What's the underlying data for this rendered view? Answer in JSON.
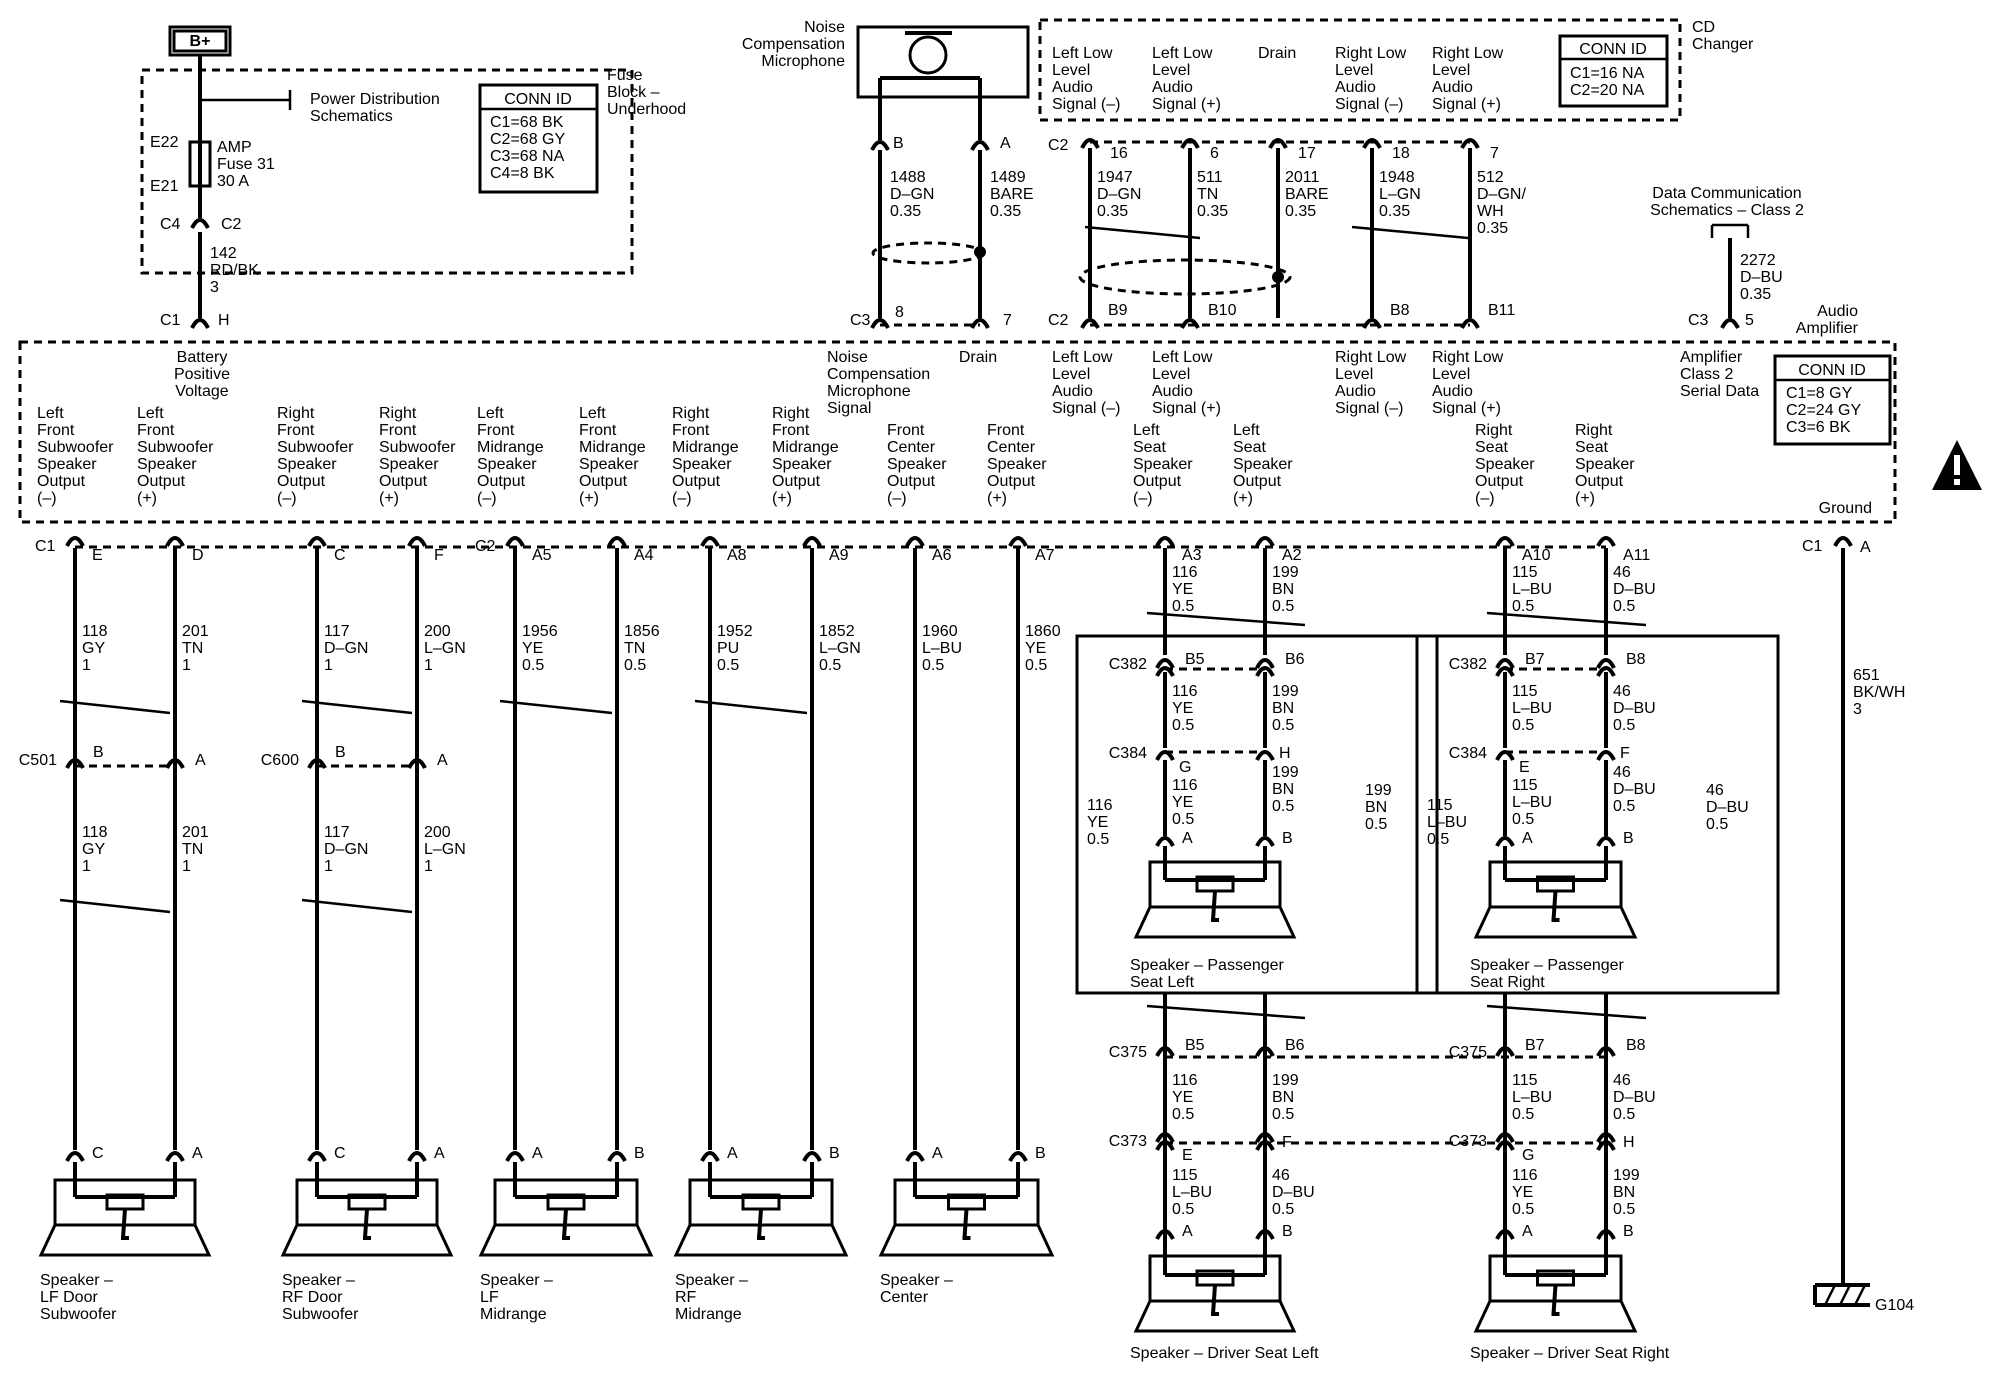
{
  "bplus": "B+",
  "fuse": {
    "title": [
      "Fuse",
      "Block –",
      "Underhood"
    ],
    "power_dist": [
      "Power Distribution",
      "Schematics"
    ],
    "e22": "E22",
    "e21": "E21",
    "fuse_label": [
      "AMP",
      "Fuse 31",
      "30 A"
    ],
    "c4": "C4",
    "c2": "C2",
    "conn_title": "CONN ID",
    "conn": [
      "C1=68 BK",
      "C2=68 GY",
      "C3=68 NA",
      "C4=8 BK"
    ]
  },
  "batt_wire": [
    "142",
    "RD/BK",
    "3"
  ],
  "amp_c1": "C1",
  "amp_h": "H",
  "mic": {
    "title": [
      "Noise",
      "Compensation",
      "Microphone"
    ],
    "pin_b": "B",
    "pin_a": "A",
    "wire_b": [
      "1488",
      "D–GN",
      "0.35"
    ],
    "wire_a": [
      "1489",
      "BARE",
      "0.35"
    ],
    "c3": "C3",
    "pin8": "8",
    "pin7": "7"
  },
  "cd": {
    "title": [
      "CD",
      "Changer"
    ],
    "conn_title": "CONN ID",
    "conn": [
      "C1=16 NA",
      "C2=20 NA"
    ],
    "c2": "C2",
    "signals": [
      {
        "label": [
          "Left Low",
          "Level",
          "Audio",
          "Signal (–)"
        ],
        "pin": "16",
        "wire": [
          "1947",
          "D–GN",
          "0.35"
        ],
        "amp_pin": "B9"
      },
      {
        "label": [
          "Left Low",
          "Level",
          "Audio",
          "Signal (+)"
        ],
        "pin": "6",
        "wire": [
          "511",
          "TN",
          "0.35"
        ],
        "amp_pin": "B10"
      },
      {
        "label": [
          "Drain"
        ],
        "pin": "17",
        "wire": [
          "2011",
          "BARE",
          "0.35"
        ],
        "amp_pin": ""
      },
      {
        "label": [
          "Right Low",
          "Level",
          "Audio",
          "Signal (–)"
        ],
        "pin": "18",
        "wire": [
          "1948",
          "L–GN",
          "0.35"
        ],
        "amp_pin": "B8"
      },
      {
        "label": [
          "Right Low",
          "Level",
          "Audio",
          "Signal (+)"
        ],
        "pin": "7",
        "wire": [
          "512",
          "D–GN/",
          "WH",
          "0.35"
        ],
        "amp_pin": "B11"
      }
    ],
    "amp_c2": "C2"
  },
  "datacomm": {
    "title": [
      "Data Communication",
      "Schematics – Class 2"
    ],
    "wire": [
      "2272",
      "D–BU",
      "0.35"
    ],
    "c3": "C3",
    "pin": "5"
  },
  "amp": {
    "title": [
      "Audio",
      "Amplifier"
    ],
    "conn_title": "CONN ID",
    "conn": [
      "C1=8 GY",
      "C2=24 GY",
      "C3=6 BK"
    ],
    "batt": [
      "Battery",
      "Positive",
      "Voltage"
    ],
    "noise": [
      "Noise",
      "Compensation",
      "Microphone",
      "Signal"
    ],
    "drain": "Drain",
    "cd_inputs": [
      [
        "Left Low",
        "Level",
        "Audio",
        "Signal (–)"
      ],
      [
        "Left Low",
        "Level",
        "Audio",
        "Signal (+)"
      ],
      [
        "Right Low",
        "Level",
        "Audio",
        "Signal (–)"
      ],
      [
        "Right Low",
        "Level",
        "Audio",
        "Signal (+)"
      ]
    ],
    "class2": [
      "Amplifier",
      "Class 2",
      "Serial Data"
    ],
    "ground": "Ground",
    "outputs": [
      [
        "Left",
        "Front",
        "Subwoofer",
        "Speaker",
        "Output",
        "(–)"
      ],
      [
        "Left",
        "Front",
        "Subwoofer",
        "Speaker",
        "Output",
        "(+)"
      ],
      [
        "Right",
        "Front",
        "Subwoofer",
        "Speaker",
        "Output",
        "(–)"
      ],
      [
        "Right",
        "Front",
        "Subwoofer",
        "Speaker",
        "Output",
        "(+)"
      ],
      [
        "Left",
        "Front",
        "Midrange",
        "Speaker",
        "Output",
        "(–)"
      ],
      [
        "Left",
        "Front",
        "Midrange",
        "Speaker",
        "Output",
        "(+)"
      ],
      [
        "Right",
        "Front",
        "Midrange",
        "Speaker",
        "Output",
        "(–)"
      ],
      [
        "Right",
        "Front",
        "Midrange",
        "Speaker",
        "Output",
        "(+)"
      ],
      [
        "Front",
        "Center",
        "Speaker",
        "Output",
        "(–)"
      ],
      [
        "Front",
        "Center",
        "Speaker",
        "Output",
        "(+)"
      ],
      [
        "Left",
        "Seat",
        "Speaker",
        "Output",
        "(–)"
      ],
      [
        "Left",
        "Seat",
        "Speaker",
        "Output",
        "(+)"
      ],
      [
        "Right",
        "Seat",
        "Speaker",
        "Output",
        "(–)"
      ],
      [
        "Right",
        "Seat",
        "Speaker",
        "Output",
        "(+)"
      ]
    ]
  },
  "bottom_conn": {
    "c1": "C1",
    "c2": "C2",
    "c1g": "C1",
    "ga": "A"
  },
  "bottom_pins": [
    "E",
    "D",
    "C",
    "F",
    "A5",
    "A4",
    "A8",
    "A9",
    "A6",
    "A7",
    "A3",
    "A2",
    "A10",
    "A11"
  ],
  "wires": [
    [
      "118",
      "GY",
      "1"
    ],
    [
      "201",
      "TN",
      "1"
    ],
    [
      "117",
      "D–GN",
      "1"
    ],
    [
      "200",
      "L–GN",
      "1"
    ],
    [
      "1956",
      "YE",
      "0.5"
    ],
    [
      "1856",
      "TN",
      "0.5"
    ],
    [
      "1952",
      "PU",
      "0.5"
    ],
    [
      "1852",
      "L–GN",
      "0.5"
    ],
    [
      "1960",
      "L–BU",
      "0.5"
    ],
    [
      "1860",
      "YE",
      "0.5"
    ],
    [
      "116",
      "YE",
      "0.5"
    ],
    [
      "199",
      "BN",
      "0.5"
    ],
    [
      "115",
      "L–BU",
      "0.5"
    ],
    [
      "46",
      "D–BU",
      "0.5"
    ]
  ],
  "c501": {
    "name": "C501",
    "b": "B",
    "a": "A"
  },
  "c600": {
    "name": "C600",
    "b": "B",
    "a": "A"
  },
  "sub_wires2": [
    [
      "118",
      "GY",
      "1"
    ],
    [
      "201",
      "TN",
      "1"
    ],
    [
      "117",
      "D–GN",
      "1"
    ],
    [
      "200",
      "L–GN",
      "1"
    ]
  ],
  "speakers": [
    {
      "pins": [
        "C",
        "A"
      ],
      "label": [
        "Speaker –",
        "LF Door",
        "Subwoofer"
      ]
    },
    {
      "pins": [
        "C",
        "A"
      ],
      "label": [
        "Speaker –",
        "RF Door",
        "Subwoofer"
      ]
    },
    {
      "pins": [
        "A",
        "B"
      ],
      "label": [
        "Speaker –",
        "LF",
        "Midrange"
      ]
    },
    {
      "pins": [
        "A",
        "B"
      ],
      "label": [
        "Speaker –",
        "RF",
        "Midrange"
      ]
    },
    {
      "pins": [
        "A",
        "B"
      ],
      "label": [
        "Speaker –",
        "Center"
      ]
    }
  ],
  "seat": {
    "c382": "C382",
    "c384": "C384",
    "c375": "C375",
    "c373": "C373",
    "left": {
      "c382_pins": [
        "B5",
        "B6"
      ],
      "c382_wires": [
        [
          "116",
          "YE",
          "0.5"
        ],
        [
          "199",
          "BN",
          "0.5"
        ]
      ],
      "c384_pins": [
        "G",
        "H"
      ],
      "c384_wires": [
        [
          "116",
          "YE",
          "0.5"
        ],
        [
          "199",
          "BN",
          "0.5"
        ]
      ],
      "side_wires": [
        [
          "116",
          "YE",
          "0.5"
        ],
        [
          "199",
          "BN",
          "0.5"
        ]
      ],
      "spk_pins": [
        "A",
        "B"
      ],
      "spk_label": [
        "Speaker – Passenger",
        "Seat Left"
      ],
      "c375_pins": [
        "B5",
        "B6"
      ],
      "c375_wires": [
        [
          "116",
          "YE",
          "0.5"
        ],
        [
          "199",
          "BN",
          "0.5"
        ]
      ],
      "c373_pins": [
        "E",
        "F"
      ],
      "c373_wires": [
        [
          "115",
          "L–BU",
          "0.5"
        ],
        [
          "46",
          "D–BU",
          "0.5"
        ]
      ],
      "drv_pins": [
        "A",
        "B"
      ],
      "drv_label": "Speaker – Driver Seat Left"
    },
    "right": {
      "c382_pins": [
        "B7",
        "B8"
      ],
      "c382_wires": [
        [
          "115",
          "L–BU",
          "0.5"
        ],
        [
          "46",
          "D–BU",
          "0.5"
        ]
      ],
      "c384_pins": [
        "E",
        "F"
      ],
      "c384_wires": [
        [
          "115",
          "L–BU",
          "0.5"
        ],
        [
          "46",
          "D–BU",
          "0.5"
        ]
      ],
      "side_wires": [
        [
          "115",
          "L–BU",
          "0.5"
        ],
        [
          "46",
          "D–BU",
          "0.5"
        ]
      ],
      "spk_pins": [
        "A",
        "B"
      ],
      "spk_label": [
        "Speaker – Passenger",
        "Seat Right"
      ],
      "c375_pins": [
        "B7",
        "B8"
      ],
      "c375_wires": [
        [
          "115",
          "L–BU",
          "0.5"
        ],
        [
          "46",
          "D–BU",
          "0.5"
        ]
      ],
      "c373_pins": [
        "G",
        "H"
      ],
      "c373_wires": [
        [
          "116",
          "YE",
          "0.5"
        ],
        [
          "199",
          "BN",
          "0.5"
        ]
      ],
      "drv_pins": [
        "A",
        "B"
      ],
      "drv_label": "Speaker – Driver Seat Right"
    }
  },
  "ground": {
    "wire": [
      "651",
      "BK/WH",
      "3"
    ],
    "label": "G104"
  }
}
